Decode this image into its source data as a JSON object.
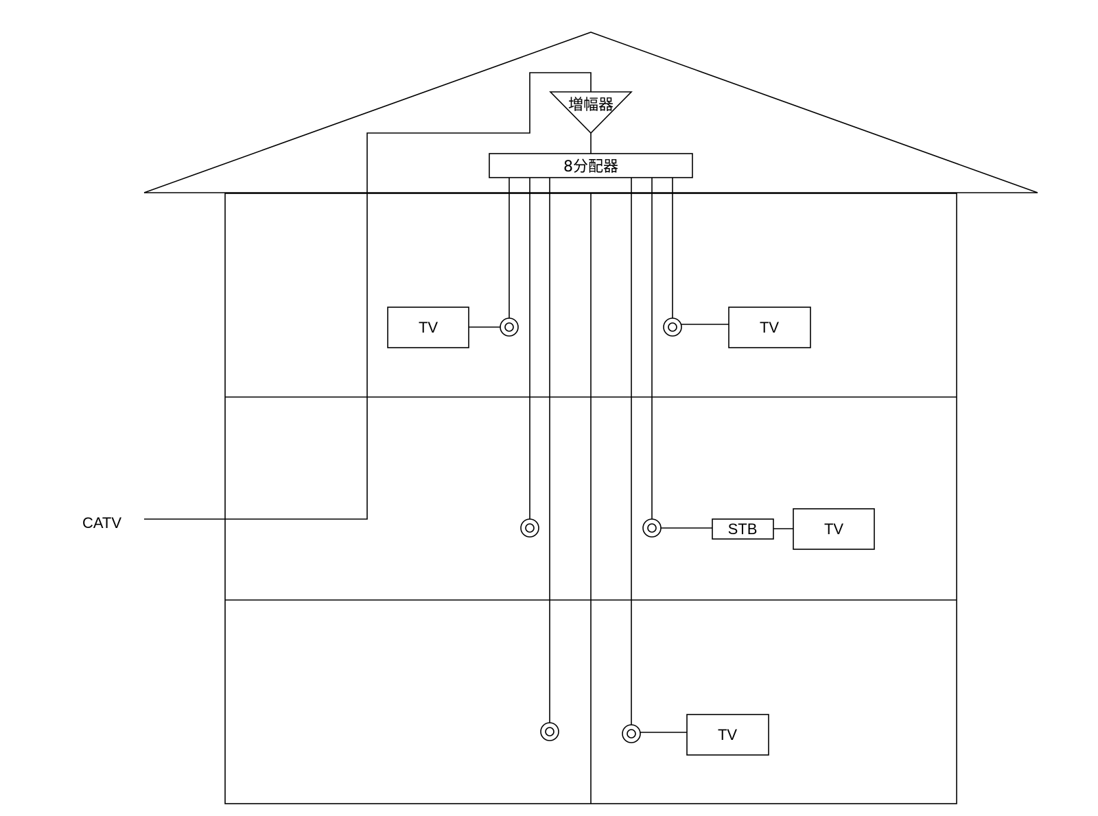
{
  "labels": {
    "source": "CATV",
    "amplifier": "増幅器",
    "splitter": "8分配器",
    "tv": "TV",
    "stb": "STB"
  },
  "colors": {
    "stroke": "#000000",
    "background": "#ffffff"
  }
}
